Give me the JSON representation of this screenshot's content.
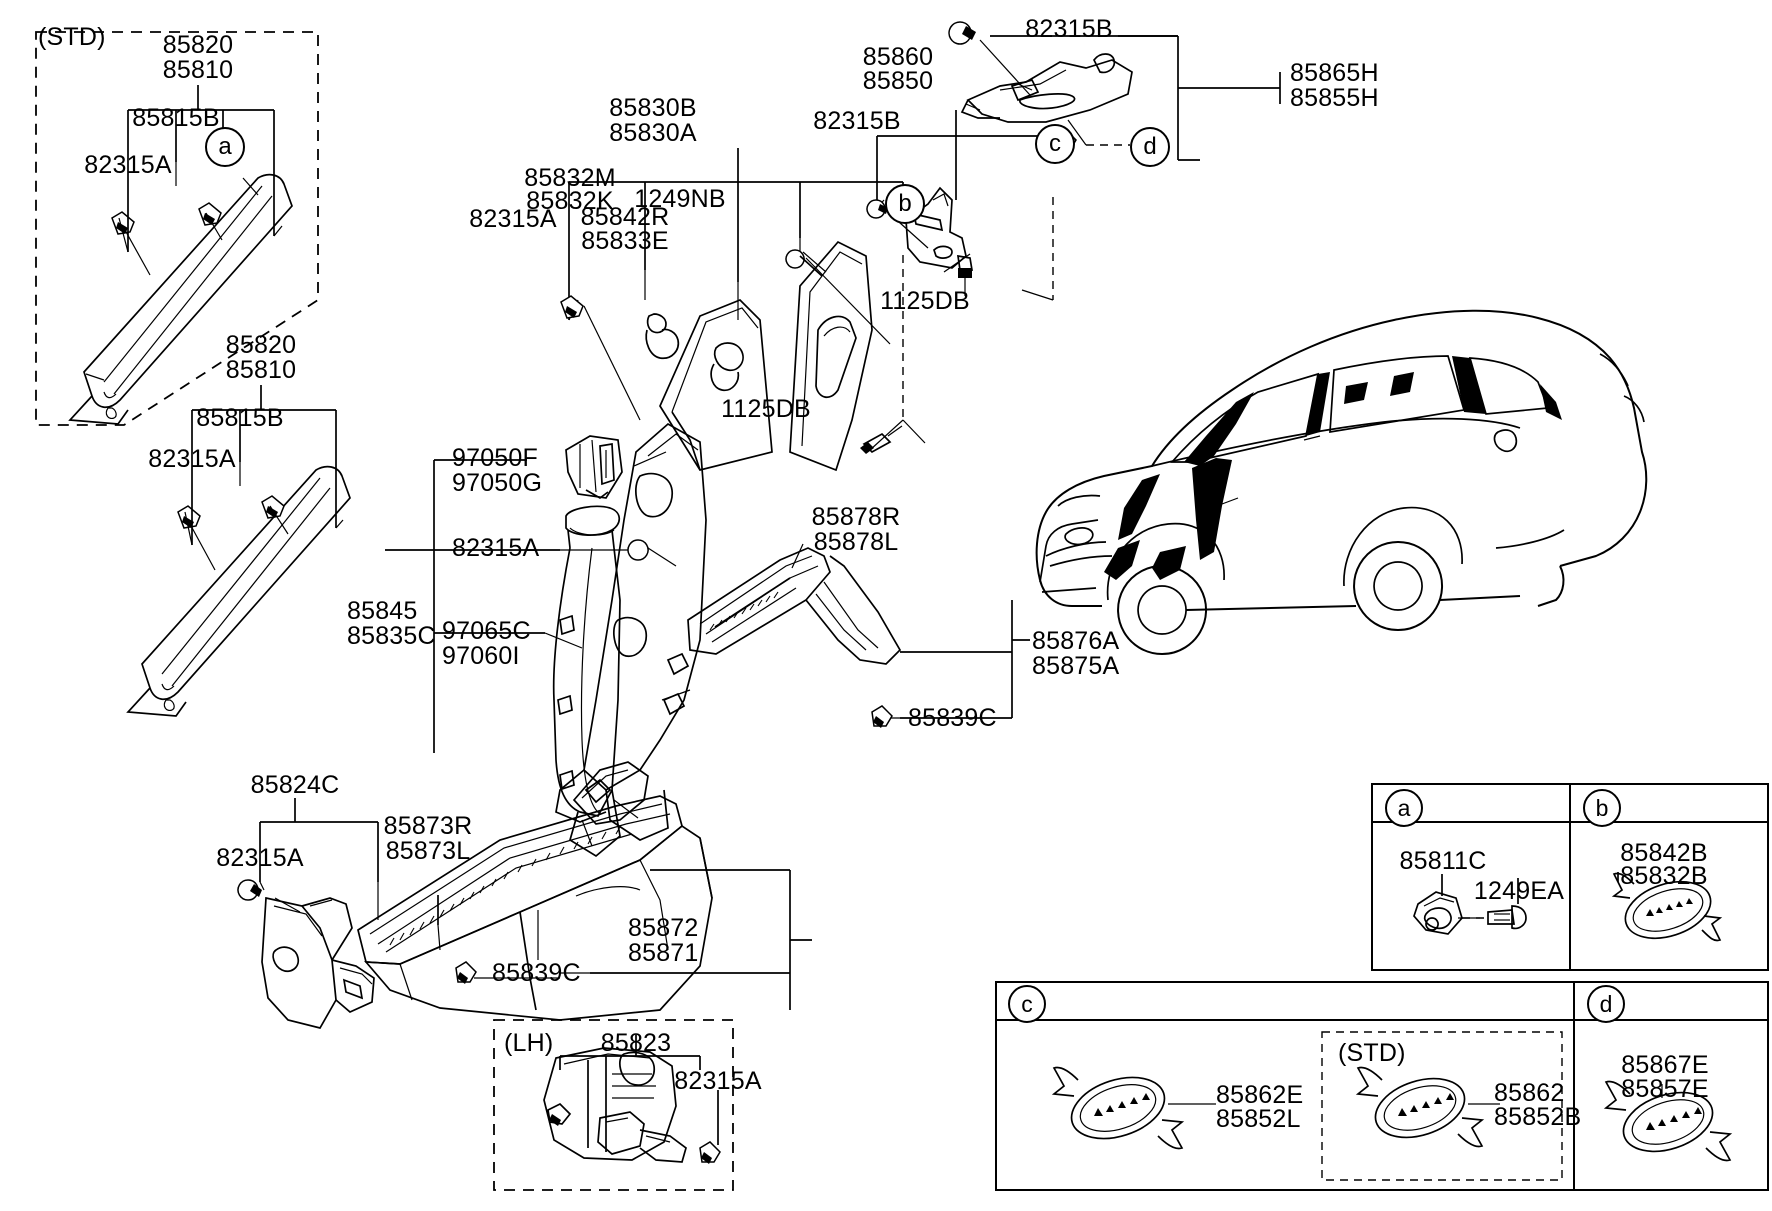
{
  "diagram": {
    "title": "Interior Trim Pillar Parts Diagram",
    "sections": {
      "std_top_left": {
        "note": "(STD)",
        "labels": {
          "pillar_upper": "85820",
          "pillar_lower": "85810",
          "clip_b": "85815B",
          "fastener": "82315A",
          "callout": "a"
        }
      },
      "pillar_second": {
        "labels": {
          "pillar_upper": "85820",
          "pillar_lower": "85810",
          "clip_b": "85815B",
          "fastener": "82315A"
        }
      },
      "center_b_pillar": {
        "labels": {
          "trim_upper_b": "85830B",
          "trim_upper_a": "85830A",
          "cap_m": "85832M",
          "cap_k": "85832K",
          "fastener": "82315A",
          "cover_r": "85842R",
          "cover_e": "85833E",
          "screw": "1249NB",
          "callout": "b",
          "screw_lower": "1125DB"
        }
      },
      "c_pillar_group": {
        "labels": {
          "trim_upper": "85860",
          "trim_lower": "85850",
          "fastener": "82315B",
          "callout": "c",
          "screw": "1125DB"
        }
      },
      "d_pillar_group": {
        "labels": {
          "fastener": "82315B",
          "trim_upper": "85865H",
          "trim_lower": "85855H",
          "callout": "d"
        }
      },
      "lower_pillar_group": {
        "labels": {
          "pillar_upper": "85845",
          "pillar_lower": "85835C",
          "speaker_f": "97050F",
          "speaker_g": "97050G",
          "fastener": "82315A",
          "duct_c": "97065C",
          "duct_i": "97060I"
        }
      },
      "rear_sill": {
        "labels": {
          "sill_r": "85878R",
          "sill_l": "85878L",
          "trim_a": "85876A",
          "trim_b": "85875A",
          "clip": "85839C"
        }
      },
      "front_sill": {
        "labels": {
          "cover": "85824C",
          "fastener": "82315A",
          "sill_r": "85873R",
          "sill_l": "85873L",
          "trim_upper": "85872",
          "trim_lower": "85871",
          "clip": "85839C"
        }
      },
      "lh_box": {
        "note": "(LH)",
        "labels": {
          "part": "85823",
          "fastener": "82315A"
        }
      }
    },
    "legend": {
      "a": {
        "callout": "a",
        "labels": {
          "part": "85811C",
          "screw": "1249EA"
        }
      },
      "b": {
        "callout": "b",
        "labels": {
          "emblem_upper": "85842B",
          "emblem_lower": "85832B"
        }
      },
      "c": {
        "callout": "c",
        "labels": {
          "emblem_upper": "85862E",
          "emblem_lower": "85852L",
          "std_note": "(STD)",
          "std_emblem_upper": "85862",
          "std_emblem_lower": "85852B"
        }
      },
      "d": {
        "callout": "d",
        "labels": {
          "emblem_upper": "85867E",
          "emblem_lower": "85857E"
        }
      }
    },
    "vehicle": {
      "name": "suv-illustration"
    }
  }
}
